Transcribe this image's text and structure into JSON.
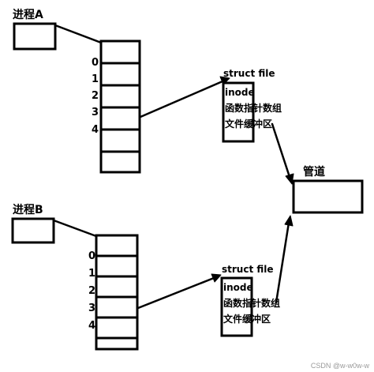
{
  "process_a": {
    "label": "进程A",
    "fd_indices": [
      "0",
      "1",
      "2",
      "3",
      "4"
    ]
  },
  "process_b": {
    "label": "进程B",
    "fd_indices": [
      "0",
      "1",
      "2",
      "3",
      "4"
    ]
  },
  "file_a": {
    "title": "struct file",
    "fields": [
      "inode",
      "函数指针数组",
      "文件缓冲区"
    ]
  },
  "file_b": {
    "title": "struct file",
    "fields": [
      "inode",
      "函数指针数组",
      "文件缓冲区"
    ]
  },
  "pipe": {
    "label": "管道"
  },
  "watermark": "CSDN @w-w0w-w"
}
